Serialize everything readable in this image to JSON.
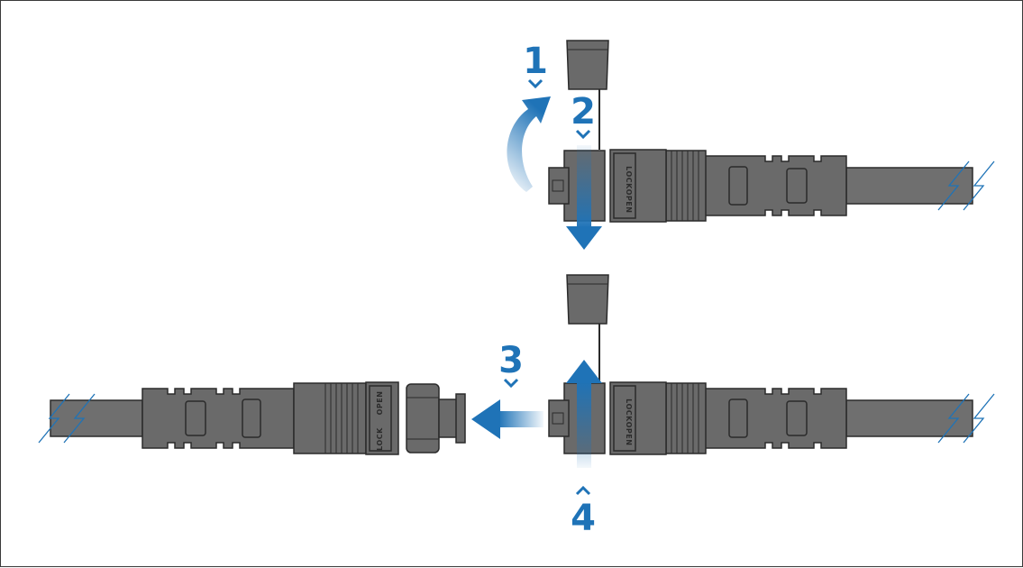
{
  "diagram": {
    "steps": [
      {
        "number": "1"
      },
      {
        "number": "2"
      },
      {
        "number": "3"
      },
      {
        "number": "4"
      }
    ],
    "collar_labels": {
      "lock": "LOCK",
      "open": "OPEN"
    },
    "colors": {
      "arrow": "#1f73b7",
      "connector_body": "#6a6a6a",
      "connector_outline": "#2b2b2b",
      "cable": "#6f6f6f",
      "break_mark": "#1f73b7"
    }
  }
}
